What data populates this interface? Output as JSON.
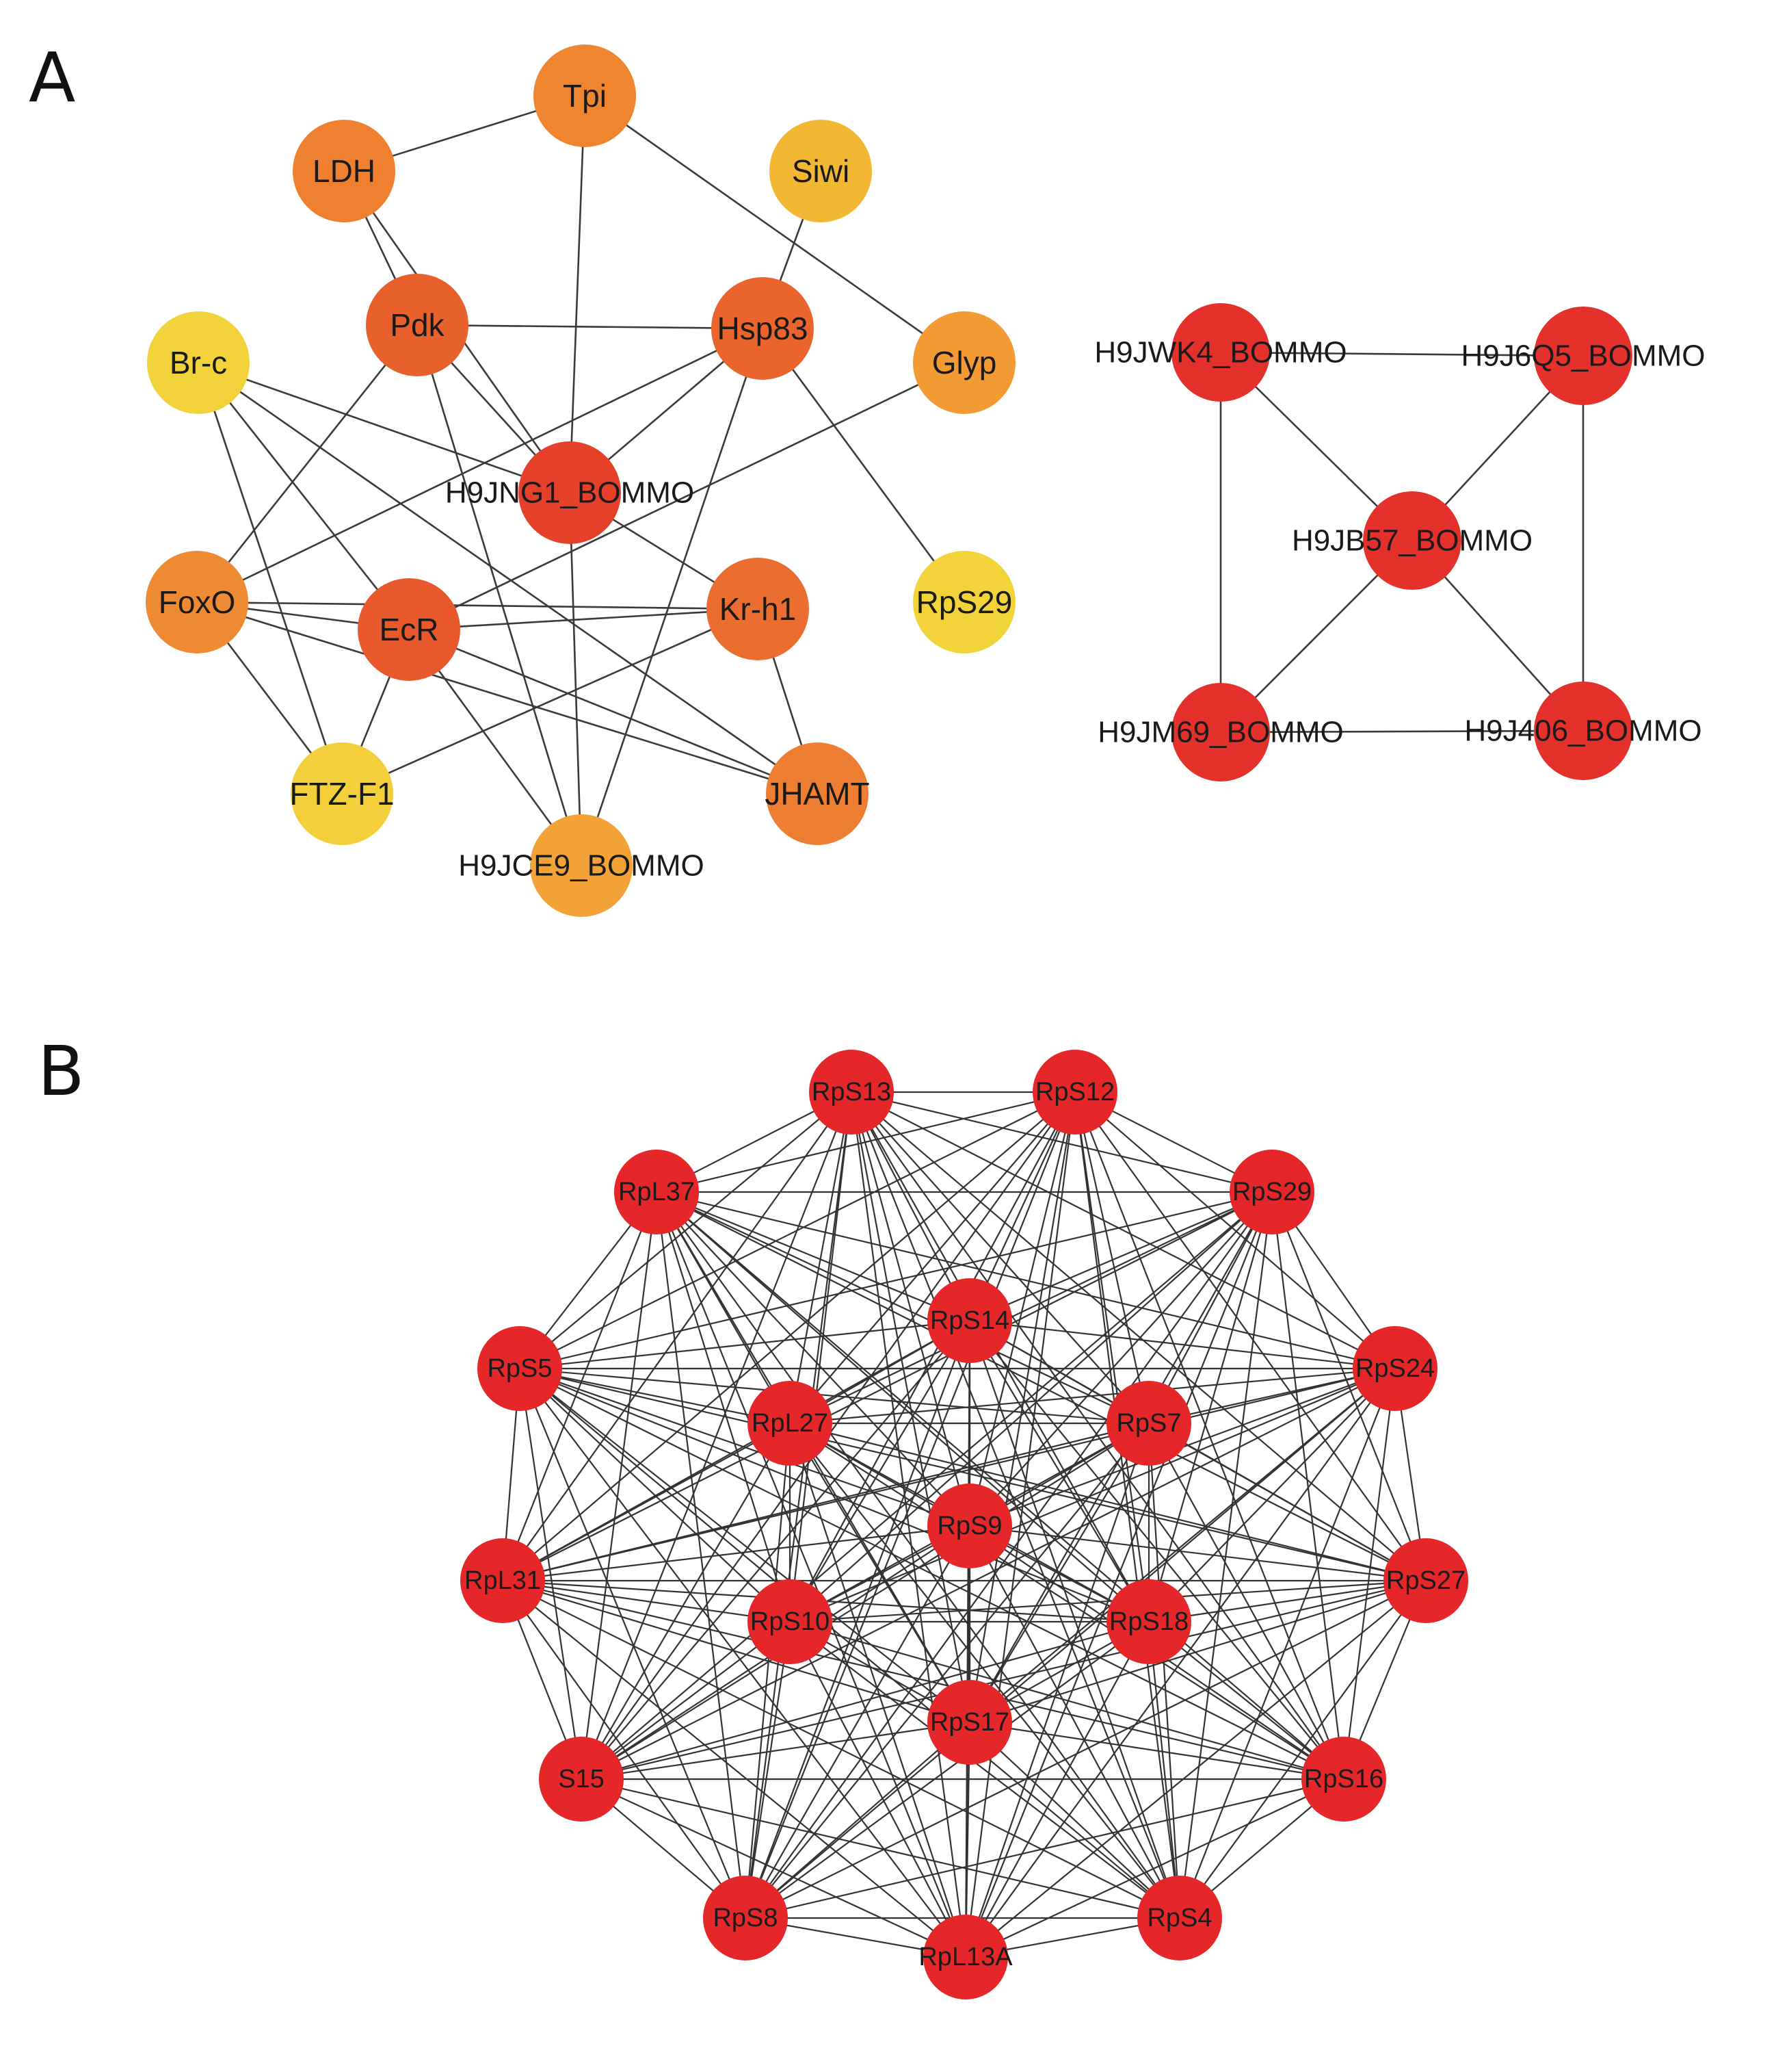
{
  "panel_a": {
    "letter": "A",
    "network1": {
      "nodes": [
        {
          "id": "Tpi",
          "label": "Tpi",
          "color": "#f08530"
        },
        {
          "id": "LDH",
          "label": "LDH",
          "color": "#ee8030"
        },
        {
          "id": "Siwi",
          "label": "Siwi",
          "color": "#f2b834"
        },
        {
          "id": "Pdk",
          "label": "Pdk",
          "color": "#e8612d"
        },
        {
          "id": "Hsp83",
          "label": "Hsp83",
          "color": "#ea642e"
        },
        {
          "id": "Br-c",
          "label": "Br-c",
          "color": "#f2d23a"
        },
        {
          "id": "Glyp",
          "label": "Glyp",
          "color": "#f29a34"
        },
        {
          "id": "H9JNG1",
          "label": "H9JNG1_BOMMO",
          "color": "#e4402a"
        },
        {
          "id": "FoxO",
          "label": "FoxO",
          "color": "#ee8a33"
        },
        {
          "id": "EcR",
          "label": "EcR",
          "color": "#e8582d"
        },
        {
          "id": "Kr-h1",
          "label": "Kr-h1",
          "color": "#eb6e30"
        },
        {
          "id": "RpS29a",
          "label": "RpS29",
          "color": "#f2d33a"
        },
        {
          "id": "FTZ-F1",
          "label": "FTZ-F1",
          "color": "#f3d03b"
        },
        {
          "id": "JHAMT",
          "label": "JHAMT",
          "color": "#ee7e31"
        },
        {
          "id": "H9JCE9",
          "label": "H9JCE9_BOMMO",
          "color": "#f2a236"
        }
      ],
      "edges": [
        [
          "Tpi",
          "LDH"
        ],
        [
          "Tpi",
          "H9JNG1"
        ],
        [
          "Tpi",
          "Glyp"
        ],
        [
          "LDH",
          "Pdk"
        ],
        [
          "LDH",
          "H9JNG1"
        ],
        [
          "Siwi",
          "Hsp83"
        ],
        [
          "Pdk",
          "Hsp83"
        ],
        [
          "Pdk",
          "H9JNG1"
        ],
        [
          "Pdk",
          "FoxO"
        ],
        [
          "Pdk",
          "H9JCE9"
        ],
        [
          "Hsp83",
          "H9JNG1"
        ],
        [
          "Hsp83",
          "FoxO"
        ],
        [
          "Hsp83",
          "RpS29a"
        ],
        [
          "Hsp83",
          "H9JCE9"
        ],
        [
          "Br-c",
          "H9JNG1"
        ],
        [
          "Br-c",
          "EcR"
        ],
        [
          "Br-c",
          "FTZ-F1"
        ],
        [
          "Br-c",
          "JHAMT"
        ],
        [
          "Glyp",
          "EcR"
        ],
        [
          "H9JNG1",
          "Kr-h1"
        ],
        [
          "H9JNG1",
          "H9JCE9"
        ],
        [
          "FoxO",
          "EcR"
        ],
        [
          "FoxO",
          "Kr-h1"
        ],
        [
          "FoxO",
          "FTZ-F1"
        ],
        [
          "FoxO",
          "JHAMT"
        ],
        [
          "EcR",
          "Kr-h1"
        ],
        [
          "EcR",
          "FTZ-F1"
        ],
        [
          "EcR",
          "JHAMT"
        ],
        [
          "EcR",
          "H9JCE9"
        ],
        [
          "Kr-h1",
          "JHAMT"
        ],
        [
          "Kr-h1",
          "FTZ-F1"
        ]
      ]
    },
    "network2": {
      "nodes": [
        {
          "id": "H9JWK4",
          "label": "H9JWK4_BOMMO",
          "color": "#e5312b"
        },
        {
          "id": "H9J6Q5",
          "label": "H9J6Q5_BOMMO",
          "color": "#e5312b"
        },
        {
          "id": "H9JB57",
          "label": "H9JB57_BOMMO",
          "color": "#e5312b"
        },
        {
          "id": "H9JM69",
          "label": "H9JM69_BOMMO",
          "color": "#e5312b"
        },
        {
          "id": "H9J406",
          "label": "H9J406_BOMMO",
          "color": "#e5312b"
        }
      ],
      "edges": [
        [
          "H9JWK4",
          "H9J6Q5"
        ],
        [
          "H9JWK4",
          "H9JM69"
        ],
        [
          "H9JWK4",
          "H9JB57"
        ],
        [
          "H9J6Q5",
          "H9J406"
        ],
        [
          "H9J6Q5",
          "H9JB57"
        ],
        [
          "H9JM69",
          "H9J406"
        ],
        [
          "H9JM69",
          "H9JB57"
        ],
        [
          "H9J406",
          "H9JB57"
        ]
      ]
    }
  },
  "panel_b": {
    "letter": "B",
    "node_color": "#e5272a",
    "nodes": [
      {
        "id": "RpS13",
        "label": "RpS13"
      },
      {
        "id": "RpS12",
        "label": "RpS12"
      },
      {
        "id": "RpL37",
        "label": "RpL37"
      },
      {
        "id": "RpS29",
        "label": "RpS29"
      },
      {
        "id": "RpS14",
        "label": "RpS14"
      },
      {
        "id": "RpS5",
        "label": "RpS5"
      },
      {
        "id": "RpS24",
        "label": "RpS24"
      },
      {
        "id": "RpL27",
        "label": "RpL27"
      },
      {
        "id": "RpS7",
        "label": "RpS7"
      },
      {
        "id": "RpS9",
        "label": "RpS9"
      },
      {
        "id": "RpL31",
        "label": "RpL31"
      },
      {
        "id": "RpS27",
        "label": "RpS27"
      },
      {
        "id": "RpS10",
        "label": "RpS10"
      },
      {
        "id": "RpS18",
        "label": "RpS18"
      },
      {
        "id": "RpS17",
        "label": "RpS17"
      },
      {
        "id": "S15",
        "label": "S15"
      },
      {
        "id": "RpS16",
        "label": "RpS16"
      },
      {
        "id": "RpS8",
        "label": "RpS8"
      },
      {
        "id": "RpS4",
        "label": "RpS4"
      },
      {
        "id": "RpL13A",
        "label": "RpL13A"
      }
    ],
    "fully_connected": true
  }
}
